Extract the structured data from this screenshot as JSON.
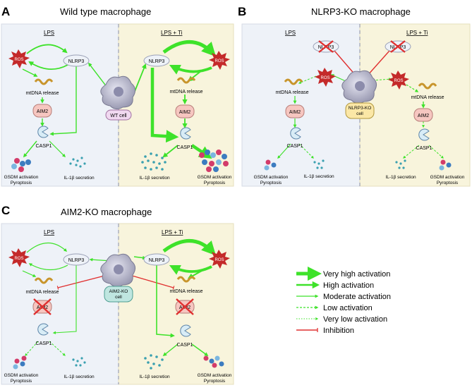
{
  "panels": {
    "A": {
      "letter": "A",
      "title": "Wild type macrophage",
      "left_label": "LPS",
      "right_label": "LPS + Ti",
      "cell_label": "WT cell",
      "left": {
        "nlrp3": "NLRP3",
        "ros": "ROS",
        "mtdna": "mtDNA release",
        "aim2": "AIM2",
        "casp1": "CASP1",
        "gsdm1": "GSDM activation",
        "gsdm2": "Pyroptosis",
        "il1b": "IL-1β secretion"
      },
      "right": {
        "nlrp3": "NLRP3",
        "ros": "ROS",
        "mtdna": "mtDNA release",
        "aim2": "AIM2",
        "casp1": "CASP1",
        "gsdm1": "GSDM activation",
        "gsdm2": "Pyroptosis",
        "il1b": "IL-1β secretion"
      }
    },
    "B": {
      "letter": "B",
      "title": "NLRP3-KO macrophage",
      "left_label": "LPS",
      "right_label": "LPS + Ti",
      "cell_label_1": "NLRP3-KO",
      "cell_label_2": "cell",
      "left": {
        "nlrp3": "NLRP3",
        "ros": "ROS",
        "mtdna": "mtDNA release",
        "aim2": "AIM2",
        "casp1": "CASP1",
        "gsdm1": "GSDM activation",
        "gsdm2": "Pyroptosis",
        "il1b": "IL-1β secretion"
      },
      "right": {
        "nlrp3": "NLRP3",
        "ros": "ROS",
        "mtdna": "mtDNA release",
        "aim2": "AIM2",
        "casp1": "CASP1",
        "gsdm1": "GSDM activation",
        "gsdm2": "Pyroptosis",
        "il1b": "IL-1β secretion"
      }
    },
    "C": {
      "letter": "C",
      "title": "AIM2-KO macrophage",
      "left_label": "LPS",
      "right_label": "LPS + Ti",
      "cell_label_1": "AIM2-KO",
      "cell_label_2": "cell",
      "left": {
        "nlrp3": "NLRP3",
        "ros": "ROS",
        "mtdna": "mtDNA release",
        "aim2": "AIM2",
        "casp1": "CASP1",
        "gsdm1": "GSDM activation",
        "gsdm2": "Pyroptosis",
        "il1b": "IL-1β secretion"
      },
      "right": {
        "nlrp3": "NLRP3",
        "ros": "ROS",
        "mtdna": "mtDNA release",
        "aim2": "AIM2",
        "casp1": "CASP1",
        "gsdm1": "GSDM activation",
        "gsdm2": "Pyroptosis",
        "il1b": "IL-1β secretion"
      }
    }
  },
  "legend": {
    "items": [
      {
        "label": "Very high activation",
        "style": "very-high"
      },
      {
        "label": "High activation",
        "style": "high"
      },
      {
        "label": "Moderate activation",
        "style": "moderate"
      },
      {
        "label": "Low activation",
        "style": "low"
      },
      {
        "label": "Very low activation",
        "style": "very-low"
      },
      {
        "label": "Inhibition",
        "style": "inhibition"
      }
    ]
  },
  "colors": {
    "activation": "#3ee22a",
    "inhibition": "#e03030",
    "lps_bg": "#eef2f8",
    "ti_bg": "#f8f4dc",
    "aim2_fill": "#f6c6c0",
    "ros_fill": "#c42a2a",
    "wt_cell_label": "#f0d8f0",
    "nlrp3_ko_label": "#fbe7a6",
    "aim2_ko_label": "#bfe6e0"
  }
}
